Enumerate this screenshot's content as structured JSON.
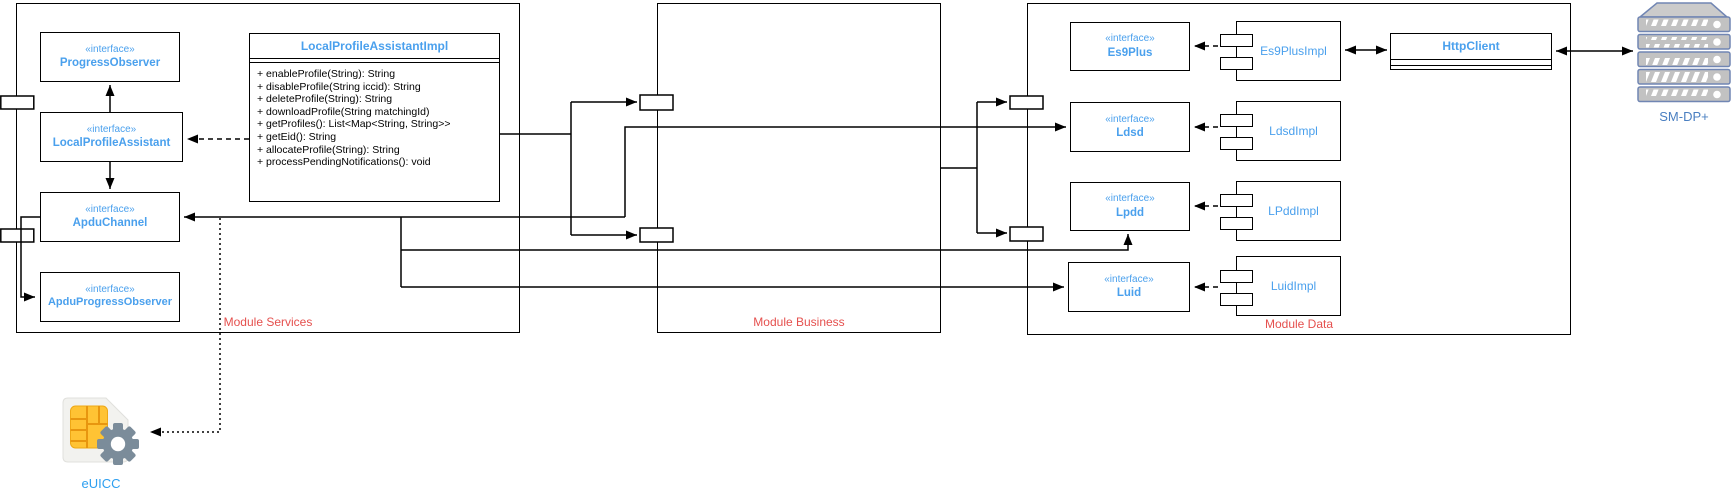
{
  "colors": {
    "accent_blue": "#4aa0ed",
    "steel_blue": "#4a7fc1",
    "label_red": "#e5504e",
    "line_black": "#000000",
    "server_gray": "#c2c2c2",
    "server_roof_gray": "#cbcbcb",
    "server_border_blue": "#7186b3",
    "gear_gray": "#7b8c9a",
    "chip_gold": "#ffc334",
    "card_white": "#f2f2ef"
  },
  "modules": {
    "services": {
      "label": "Module Services"
    },
    "business": {
      "label": "Module Business"
    },
    "data": {
      "label": "Module Data"
    }
  },
  "interfaces": {
    "progress_observer": {
      "stereotype": "«interface»",
      "name": "ProgressObserver"
    },
    "local_profile_assistant": {
      "stereotype": "«interface»",
      "name": "LocalProfileAssistant"
    },
    "apdu_channel": {
      "stereotype": "«interface»",
      "name": "ApduChannel"
    },
    "apdu_progress_observer": {
      "stereotype": "«interface»",
      "name": "ApduProgressObserver"
    },
    "es9plus": {
      "stereotype": "«interface»",
      "name": "Es9Plus"
    },
    "ldsd": {
      "stereotype": "«interface»",
      "name": "Ldsd"
    },
    "lpdd": {
      "stereotype": "«interface»",
      "name": "Lpdd"
    },
    "luid": {
      "stereotype": "«interface»",
      "name": "Luid"
    }
  },
  "class_box": {
    "title": "LocalProfileAssistantImpl",
    "methods": [
      "+ enableProfile(String): String",
      "+ disableProfile(String iccid): String",
      "+ deleteProfile(String): String",
      "+ downloadProfile(String matchingId)",
      "+ getProfiles(): List<Map<String, String>>",
      "+ getEid(): String",
      "+ allocateProfile(String): String",
      "+ processPendingNotifications(): void"
    ]
  },
  "components": {
    "es9plus_impl": {
      "name": "Es9PlusImpl"
    },
    "ldsd_impl": {
      "name": "LdsdImpl"
    },
    "lpdd_impl": {
      "name": "LPddImpl"
    },
    "luid_impl": {
      "name": "LuidImpl"
    },
    "http_client": {
      "title": "HttpClient"
    }
  },
  "nodes": {
    "server": {
      "label": "SM-DP+"
    },
    "euicc": {
      "label": "eUICC"
    }
  }
}
